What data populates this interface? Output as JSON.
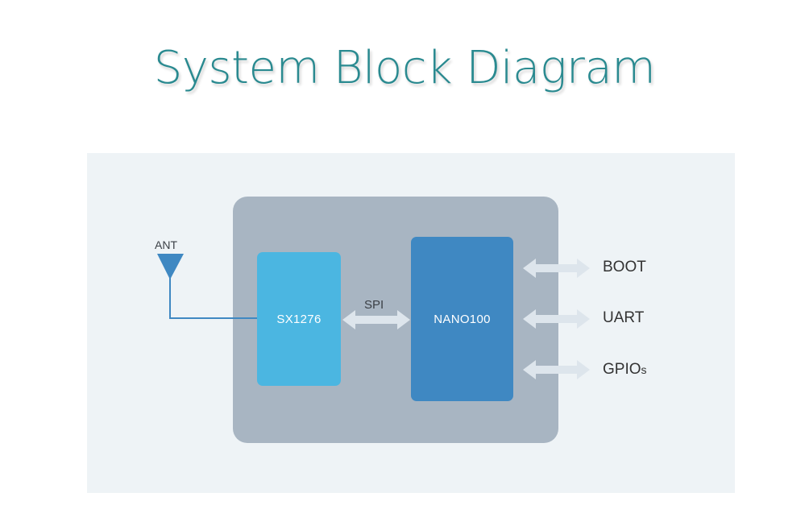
{
  "title": "System Block Diagram",
  "antenna": {
    "label": "ANT"
  },
  "chips": {
    "radio": "SX1276",
    "mcu": "NANO100"
  },
  "bus": {
    "label": "SPI"
  },
  "io": [
    {
      "label": "BOOT"
    },
    {
      "label": "UART"
    },
    {
      "main": "GPIO",
      "suffix": "s"
    }
  ],
  "colors": {
    "title": "#2a8a90",
    "panel": "#eef3f6",
    "module": "#a8b5c2",
    "radio_chip": "#4bb6e1",
    "mcu_chip": "#3f88c2",
    "antenna": "#3f88c2",
    "arrow": "#dde5ec"
  }
}
